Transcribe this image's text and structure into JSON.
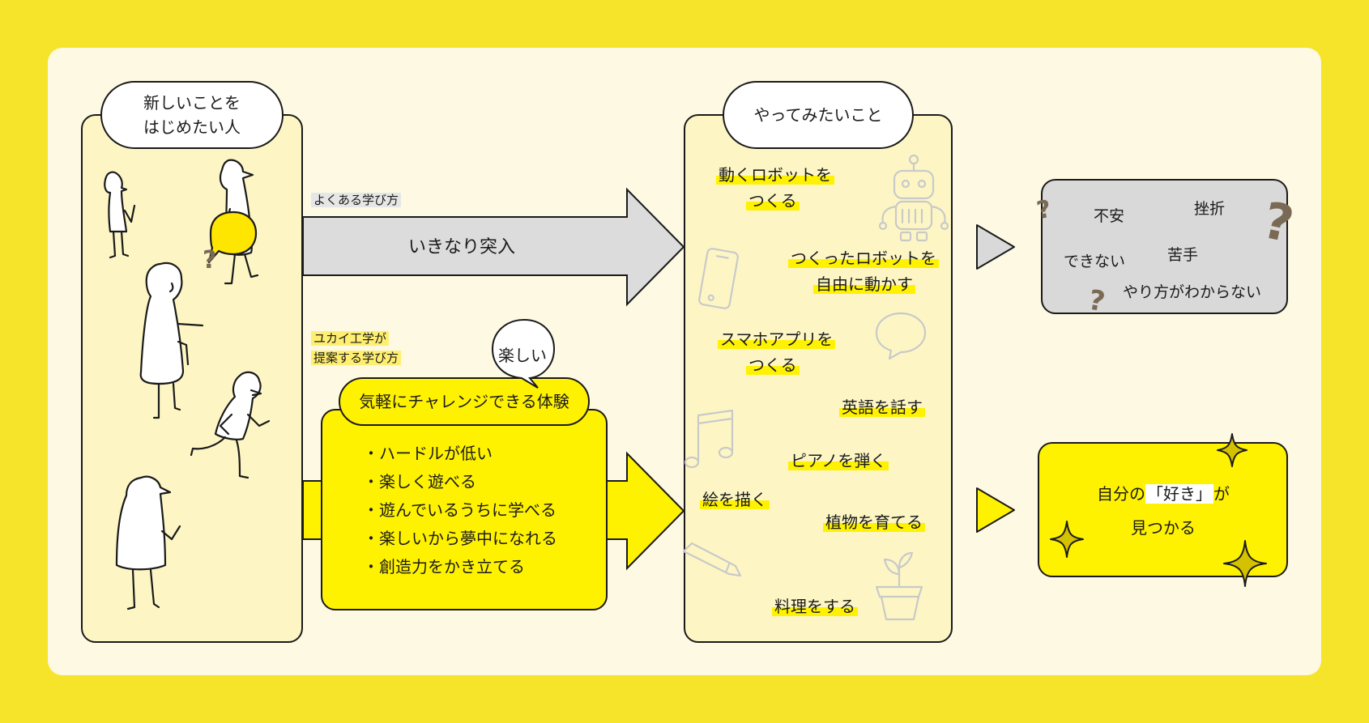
{
  "left_panel": {
    "title_line1": "新しいことを",
    "title_line2": "はじめたい人",
    "question_mark": "?"
  },
  "arrows": {
    "common_label": "よくある学び方",
    "common_text": "いきなり突入",
    "yukai_label_line1": "ユカイ工学が",
    "yukai_label_line2": "提案する学び方"
  },
  "challenge_box": {
    "title": "気軽にチャレンジできる体験",
    "bubble": "楽しい",
    "items": [
      "・ハードルが低い",
      "・楽しく遊べる",
      "・遊んでいるうちに学べる",
      "・楽しいから夢中になれる",
      "・創造力をかき立てる"
    ]
  },
  "middle_panel": {
    "title": "やってみたいこと",
    "items": {
      "robot_l1": "動くロボットを",
      "robot_l2": "つくる",
      "move_l1": "つくったロボットを",
      "move_l2": "自由に動かす",
      "app_l1": "スマホアプリを",
      "app_l2": "つくる",
      "english": "英語を話す",
      "piano": "ピアノを弾く",
      "draw": "絵を描く",
      "plants": "植物を育てる",
      "cook": "料理をする"
    }
  },
  "negative_box": {
    "words": [
      "不安",
      "挫折",
      "できない",
      "苦手",
      "やり方がわからない"
    ],
    "question_mark": "?"
  },
  "positive_box": {
    "line1_pre": "自分の",
    "line1_quote": "「好き」",
    "line1_post": "が",
    "line2": "見つかる"
  },
  "colors": {
    "background": "#f5e42a",
    "canvas": "#fdf9e3",
    "panel": "#fdf6c4",
    "highlight": "#fff200",
    "gray": "#d9d9d9",
    "dark_q": "#7a6a55"
  }
}
